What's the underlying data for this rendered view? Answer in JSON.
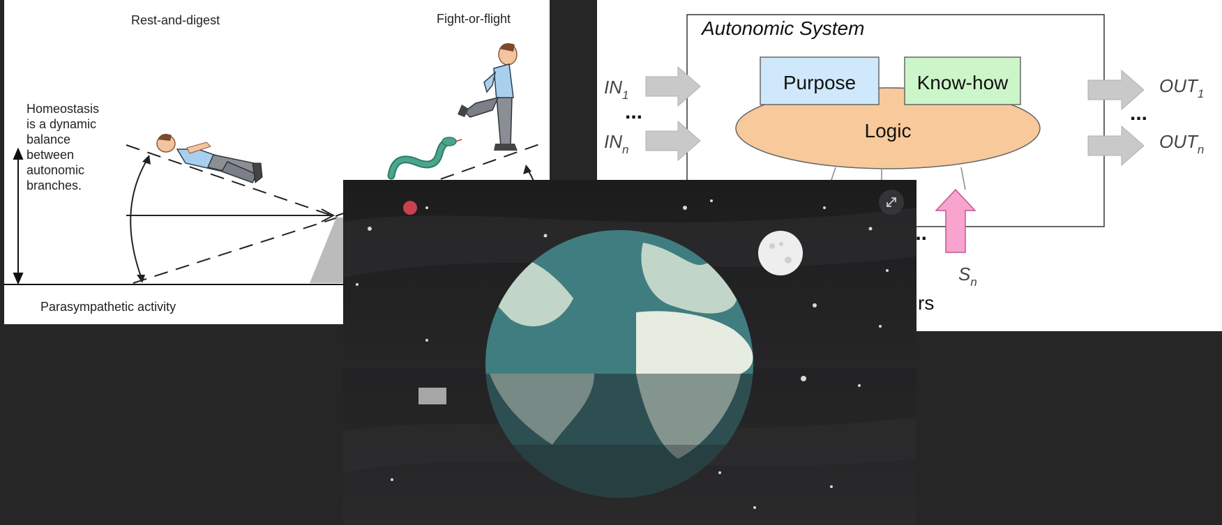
{
  "homeostasis": {
    "label_rest": "Rest-and-digest",
    "label_fight": "Fight-or-flight",
    "desc_lines": [
      "Homeostasis",
      "is a dynamic",
      "balance",
      "between",
      "autonomic",
      "branches."
    ],
    "label_parasym": "Parasympathetic activity"
  },
  "autonomic": {
    "title": "Autonomic System",
    "purpose": "Purpose",
    "knowhow": "Know-how",
    "logic": "Logic",
    "in_first": "IN",
    "in_first_sub": "1",
    "in_last": "IN",
    "in_last_sub": "n",
    "out_first": "OUT",
    "out_first_sub": "1",
    "out_last": "OUT",
    "out_last_sub": "n",
    "dots": "...",
    "sensor": "S",
    "sensor_sub": "n",
    "partial_text": "rs"
  },
  "colors": {
    "page_bg": "#262626",
    "purpose_fill": "#cfe8fb",
    "knowhow_fill": "#ccf5c9",
    "logic_fill": "#f8c99a",
    "io_arrow": "#c9c9c9",
    "sensor_arrow": "#f9a3cf",
    "shirt": "#a9cfee",
    "snake": "#4aa58e",
    "earth_ocean": "#3f7d80",
    "earth_land": "#cfe0cf",
    "planet_red": "#c8414f",
    "moon": "#eeeeee"
  },
  "icons": {
    "expand": "expand-icon"
  }
}
